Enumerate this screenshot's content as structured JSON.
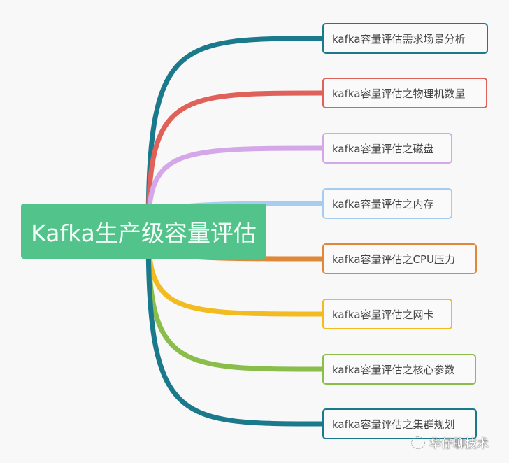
{
  "root": {
    "label": "Kafka生产级容量评估",
    "color": "#52c38b"
  },
  "children": [
    {
      "label": "kafka容量评估需求场景分析",
      "color": "#1a7a8c"
    },
    {
      "label": "kafka容量评估之物理机数量",
      "color": "#e0605a"
    },
    {
      "label": "kafka容量评估之磁盘",
      "color": "#d4a8e8"
    },
    {
      "label": "kafka容量评估之内存",
      "color": "#a6cdf0"
    },
    {
      "label": "kafka容量评估之CPU压力",
      "color": "#e0873a"
    },
    {
      "label": "kafka容量评估之网卡",
      "color": "#f2bb1f"
    },
    {
      "label": "kafka容量评估之核心参数",
      "color": "#8bbd4a"
    },
    {
      "label": "kafka容量评估之集群规划",
      "color": "#1a7a8c"
    }
  ],
  "watermark": "华仔聊技术"
}
